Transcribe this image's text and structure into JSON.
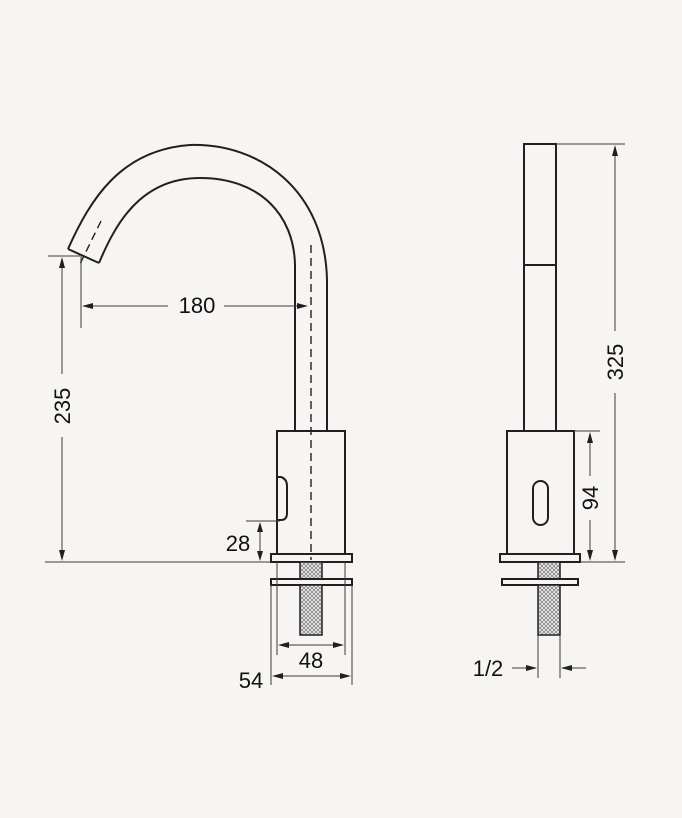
{
  "drawing": {
    "title": "Sensor faucet dimension drawing",
    "views": [
      "side-view",
      "front-view"
    ],
    "units": "mm"
  },
  "dimensions": {
    "spout_reach": "180",
    "spout_height": "235",
    "sensor_height": "28",
    "body_width_inner": "48",
    "body_width_outer": "54",
    "total_height": "325",
    "body_height": "94",
    "thread_size": "1/2"
  },
  "colors": {
    "background": "#f6f5f3",
    "line": "#231f20"
  }
}
